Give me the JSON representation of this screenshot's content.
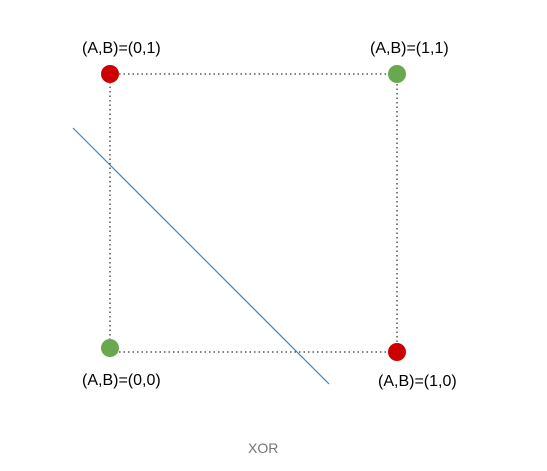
{
  "caption": "XOR",
  "colors": {
    "output_0": "#cc0000",
    "output_1": "#6aa84f",
    "separator_line": "#3d85c6",
    "box_border": "#000000"
  },
  "points": [
    {
      "label": "(A,B)=(0,1)",
      "A": 0,
      "B": 1,
      "xor": 1
    },
    {
      "label": "(A,B)=(1,1)",
      "A": 1,
      "B": 1,
      "xor": 0
    },
    {
      "label": "(A,B)=(0,0)",
      "A": 0,
      "B": 0,
      "xor": 0
    },
    {
      "label": "(A,B)=(1,0)",
      "A": 1,
      "B": 0,
      "xor": 1
    }
  ]
}
